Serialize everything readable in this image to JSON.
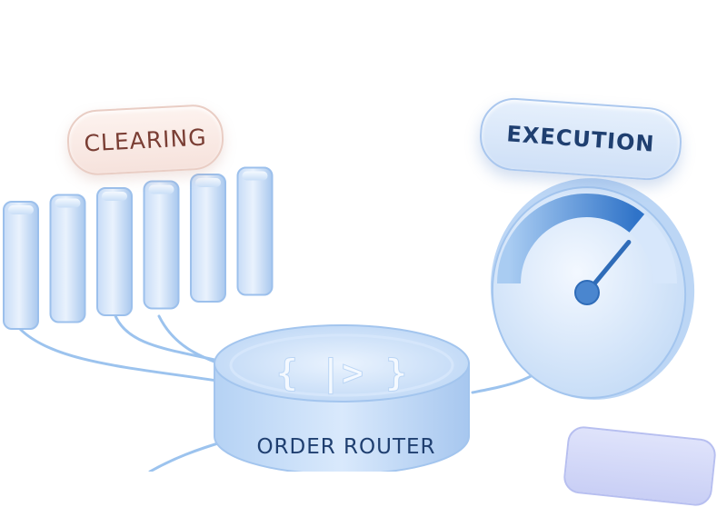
{
  "labels": {
    "clearing": "CLEARING",
    "execution": "EXECUTION",
    "order_router": "ORDER ROUTER",
    "router_symbol": "{ |> }"
  },
  "icons": {
    "bars": "data-partition-bars",
    "router": "order-router-disc",
    "gauge": "speed-gauge-icon"
  },
  "colors": {
    "blue_light": "#dbe9fb",
    "blue_mid": "#8fb8ea",
    "blue_dark": "#3f7fcc",
    "clearing_text": "#7a3e34",
    "execution_text": "#1f3f70"
  },
  "bar_count": 6,
  "gauge_level": 0.72
}
